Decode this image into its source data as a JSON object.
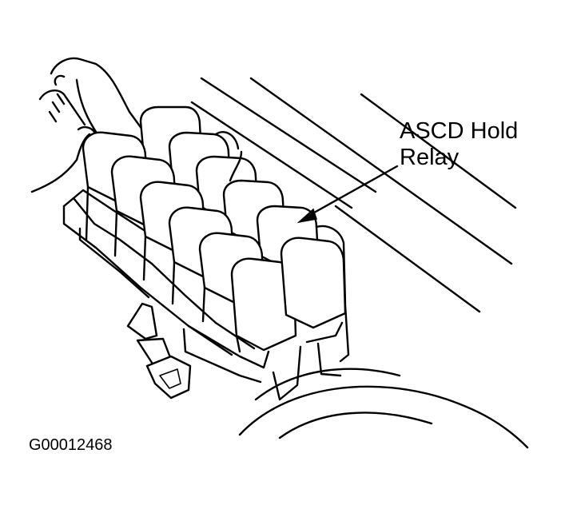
{
  "callout": {
    "line1": "ASCD Hold",
    "line2": "Relay"
  },
  "figure_id": "G00012468"
}
